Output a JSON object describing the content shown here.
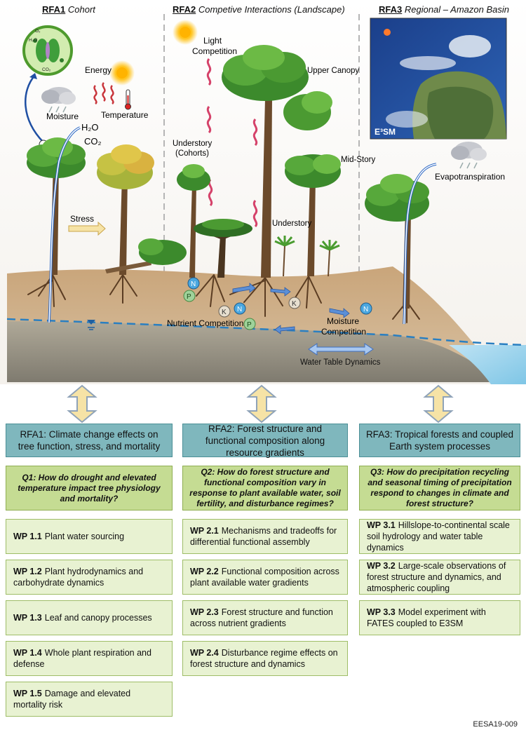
{
  "headers": [
    {
      "code": "RFA1",
      "title": "Cohort"
    },
    {
      "code": "RFA2",
      "title": "Competive Interactions (Landscape)"
    },
    {
      "code": "RFA3",
      "title": "Regional – Amazon Basin"
    }
  ],
  "scene_labels": {
    "energy": "Energy",
    "moisture": "Moisture",
    "temperature": "Temperature",
    "h2o": "H₂O",
    "co2": "CO₂",
    "stress": "Stress",
    "light_competition_1": "Light",
    "light_competition_2": "Competition",
    "upper_canopy": "Upper Canopy",
    "understory_cohorts_1": "Understory",
    "understory_cohorts_2": "(Cohorts)",
    "mid_story": "Mid-Story",
    "understory": "Understory",
    "evapotranspiration": "Evapotranspiration",
    "nutrient_competition": "Nutrient Competition",
    "moisture_competition_1": "Moisture",
    "moisture_competition_2": "Competition",
    "water_table_dynamics": "Water Table Dynamics",
    "e3sm_badge": "E³SM",
    "nutrient_n": "N",
    "nutrient_p": "P",
    "nutrient_k": "K",
    "stomata_o2": "O₂",
    "stomata_h2o": "H₂O",
    "stomata_co2": "CO₂"
  },
  "columns": [
    {
      "rfa": "RFA1: Climate change effects on tree function, stress, and mortality",
      "question": "Q1: How do drought and elevated temperature impact tree physiology and mortality?",
      "wps": [
        {
          "num": "WP 1.1",
          "text": "Plant water sourcing"
        },
        {
          "num": "WP 1.2",
          "text": "Plant hydrodynamics and carbohydrate dynamics"
        },
        {
          "num": "WP 1.3",
          "text": "Leaf and canopy processes"
        },
        {
          "num": "WP 1.4",
          "text": "Whole plant respiration and defense"
        },
        {
          "num": "WP 1.5",
          "text": "Damage and elevated mortality risk"
        }
      ]
    },
    {
      "rfa": "RFA2: Forest structure and functional composition along resource gradients",
      "question": "Q2: How do forest structure and functional composition vary in response to plant available water, soil fertility, and disturbance regimes?",
      "wps": [
        {
          "num": "WP 2.1",
          "text": "Mechanisms and tradeoffs for differential functional assembly"
        },
        {
          "num": "WP 2.2",
          "text": "Functional composition across plant available water gradients"
        },
        {
          "num": "WP 2.3",
          "text": "Forest structure and function across nutrient gradients"
        },
        {
          "num": "WP 2.4",
          "text": "Disturbance regime effects on forest structure and dynamics"
        }
      ]
    },
    {
      "rfa": "RFA3: Tropical forests and coupled Earth system processes",
      "question": "Q3: How do precipitation recycling and seasonal timing of precipitation respond to changes in climate and forest structure?",
      "wps": [
        {
          "num": "WP 3.1",
          "text": "Hillslope-to-continental scale soil hydrology and water table dynamics"
        },
        {
          "num": "WP 3.2",
          "text": "Large-scale observations of forest structure and dynamics, and atmospheric coupling"
        },
        {
          "num": "WP 3.3",
          "text": "Model experiment with FATES coupled to E3SM"
        }
      ]
    }
  ],
  "footer": "EESA19-009",
  "colors": {
    "rfa_box": "#7fb7bd",
    "question_box": "#c5dc93",
    "wp_box": "#e8f2d2",
    "water": "#2a7fc1"
  }
}
